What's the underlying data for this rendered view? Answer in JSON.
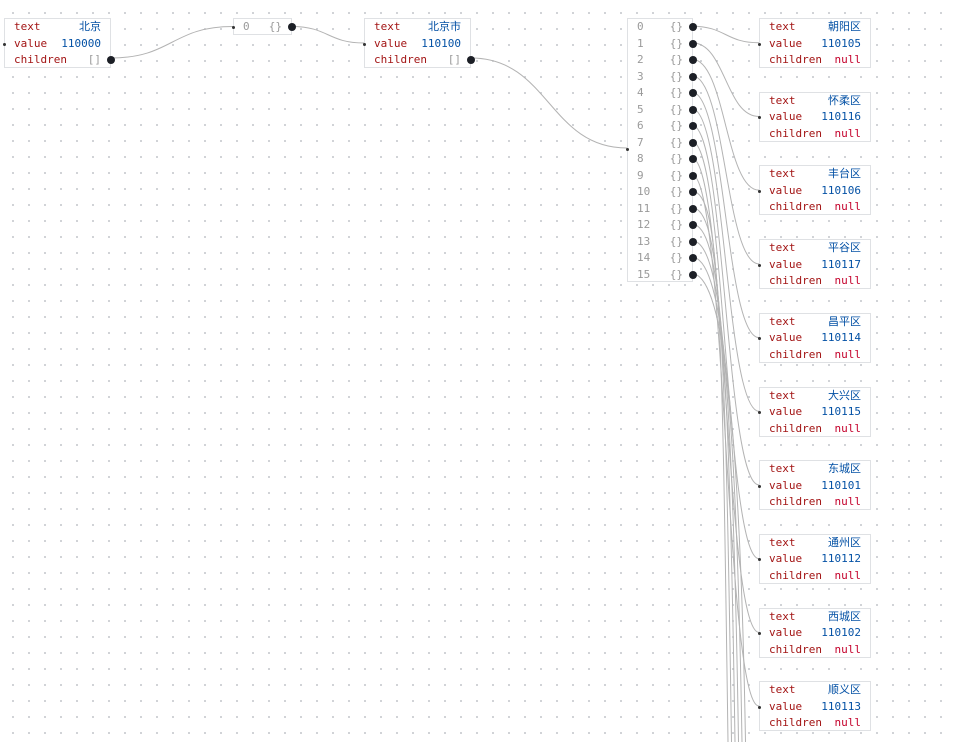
{
  "root": {
    "text_key": "text",
    "text_value": "北京",
    "value_key": "value",
    "value_value": "110000",
    "children_key": "children",
    "children_value": "[]"
  },
  "root_children": {
    "index": "0",
    "type": "{}"
  },
  "city": {
    "text_key": "text",
    "text_value": "北京市",
    "value_key": "value",
    "value_value": "110100",
    "children_key": "children",
    "children_value": "[]"
  },
  "district_array": {
    "items": [
      {
        "index": "0",
        "type": "{}"
      },
      {
        "index": "1",
        "type": "{}"
      },
      {
        "index": "2",
        "type": "{}"
      },
      {
        "index": "3",
        "type": "{}"
      },
      {
        "index": "4",
        "type": "{}"
      },
      {
        "index": "5",
        "type": "{}"
      },
      {
        "index": "6",
        "type": "{}"
      },
      {
        "index": "7",
        "type": "{}"
      },
      {
        "index": "8",
        "type": "{}"
      },
      {
        "index": "9",
        "type": "{}"
      },
      {
        "index": "10",
        "type": "{}"
      },
      {
        "index": "11",
        "type": "{}"
      },
      {
        "index": "12",
        "type": "{}"
      },
      {
        "index": "13",
        "type": "{}"
      },
      {
        "index": "14",
        "type": "{}"
      },
      {
        "index": "15",
        "type": "{}"
      }
    ]
  },
  "districts": [
    {
      "text_key": "text",
      "text": "朝阳区",
      "value_key": "value",
      "value": "110105",
      "children_key": "children",
      "children": "null"
    },
    {
      "text_key": "text",
      "text": "怀柔区",
      "value_key": "value",
      "value": "110116",
      "children_key": "children",
      "children": "null"
    },
    {
      "text_key": "text",
      "text": "丰台区",
      "value_key": "value",
      "value": "110106",
      "children_key": "children",
      "children": "null"
    },
    {
      "text_key": "text",
      "text": "平谷区",
      "value_key": "value",
      "value": "110117",
      "children_key": "children",
      "children": "null"
    },
    {
      "text_key": "text",
      "text": "昌平区",
      "value_key": "value",
      "value": "110114",
      "children_key": "children",
      "children": "null"
    },
    {
      "text_key": "text",
      "text": "大兴区",
      "value_key": "value",
      "value": "110115",
      "children_key": "children",
      "children": "null"
    },
    {
      "text_key": "text",
      "text": "东城区",
      "value_key": "value",
      "value": "110101",
      "children_key": "children",
      "children": "null"
    },
    {
      "text_key": "text",
      "text": "通州区",
      "value_key": "value",
      "value": "110112",
      "children_key": "children",
      "children": "null"
    },
    {
      "text_key": "text",
      "text": "西城区",
      "value_key": "value",
      "value": "110102",
      "children_key": "children",
      "children": "null"
    },
    {
      "text_key": "text",
      "text": "顺义区",
      "value_key": "value",
      "value": "110113",
      "children_key": "children",
      "children": "null"
    }
  ]
}
